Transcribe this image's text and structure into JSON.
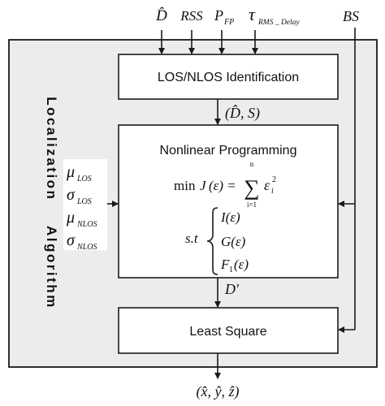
{
  "inputs": {
    "d_hat": "D̂",
    "rss": "RSS",
    "p": "P",
    "p_sub": "FP",
    "tau": "τ",
    "tau_sub": "RMS _ Delay",
    "bs": "BS"
  },
  "side_label": {
    "word1": "Localization",
    "word2": "Algorithm"
  },
  "params": [
    {
      "sym": "μ",
      "sub": "LOS"
    },
    {
      "sym": "σ",
      "sub": "LOS"
    },
    {
      "sym": "μ",
      "sub": "NLOS"
    },
    {
      "sym": "σ",
      "sub": "NLOS"
    }
  ],
  "boxes": {
    "los_nlos": "LOS/NLOS Identification",
    "nlp_title": "Nonlinear Programming",
    "least_square": "Least Square"
  },
  "edges": {
    "d_s": "(D̂, S)",
    "d_prime": "D'",
    "output": "(x̂, ŷ, ẑ)"
  },
  "objective": {
    "min": "min",
    "J": "J",
    "arg": "(ε) =",
    "sum": "∑",
    "sum_top": "n",
    "sum_bottom": "i=1",
    "eps": "ε",
    "eps_sub": "i",
    "eps_sup": "2"
  },
  "constraints": {
    "st": "s.t",
    "c1": "I(ε)",
    "c2": "G(ε)",
    "c3_F": "F",
    "c3_sub": "1",
    "c3_arg": "(ε)"
  }
}
